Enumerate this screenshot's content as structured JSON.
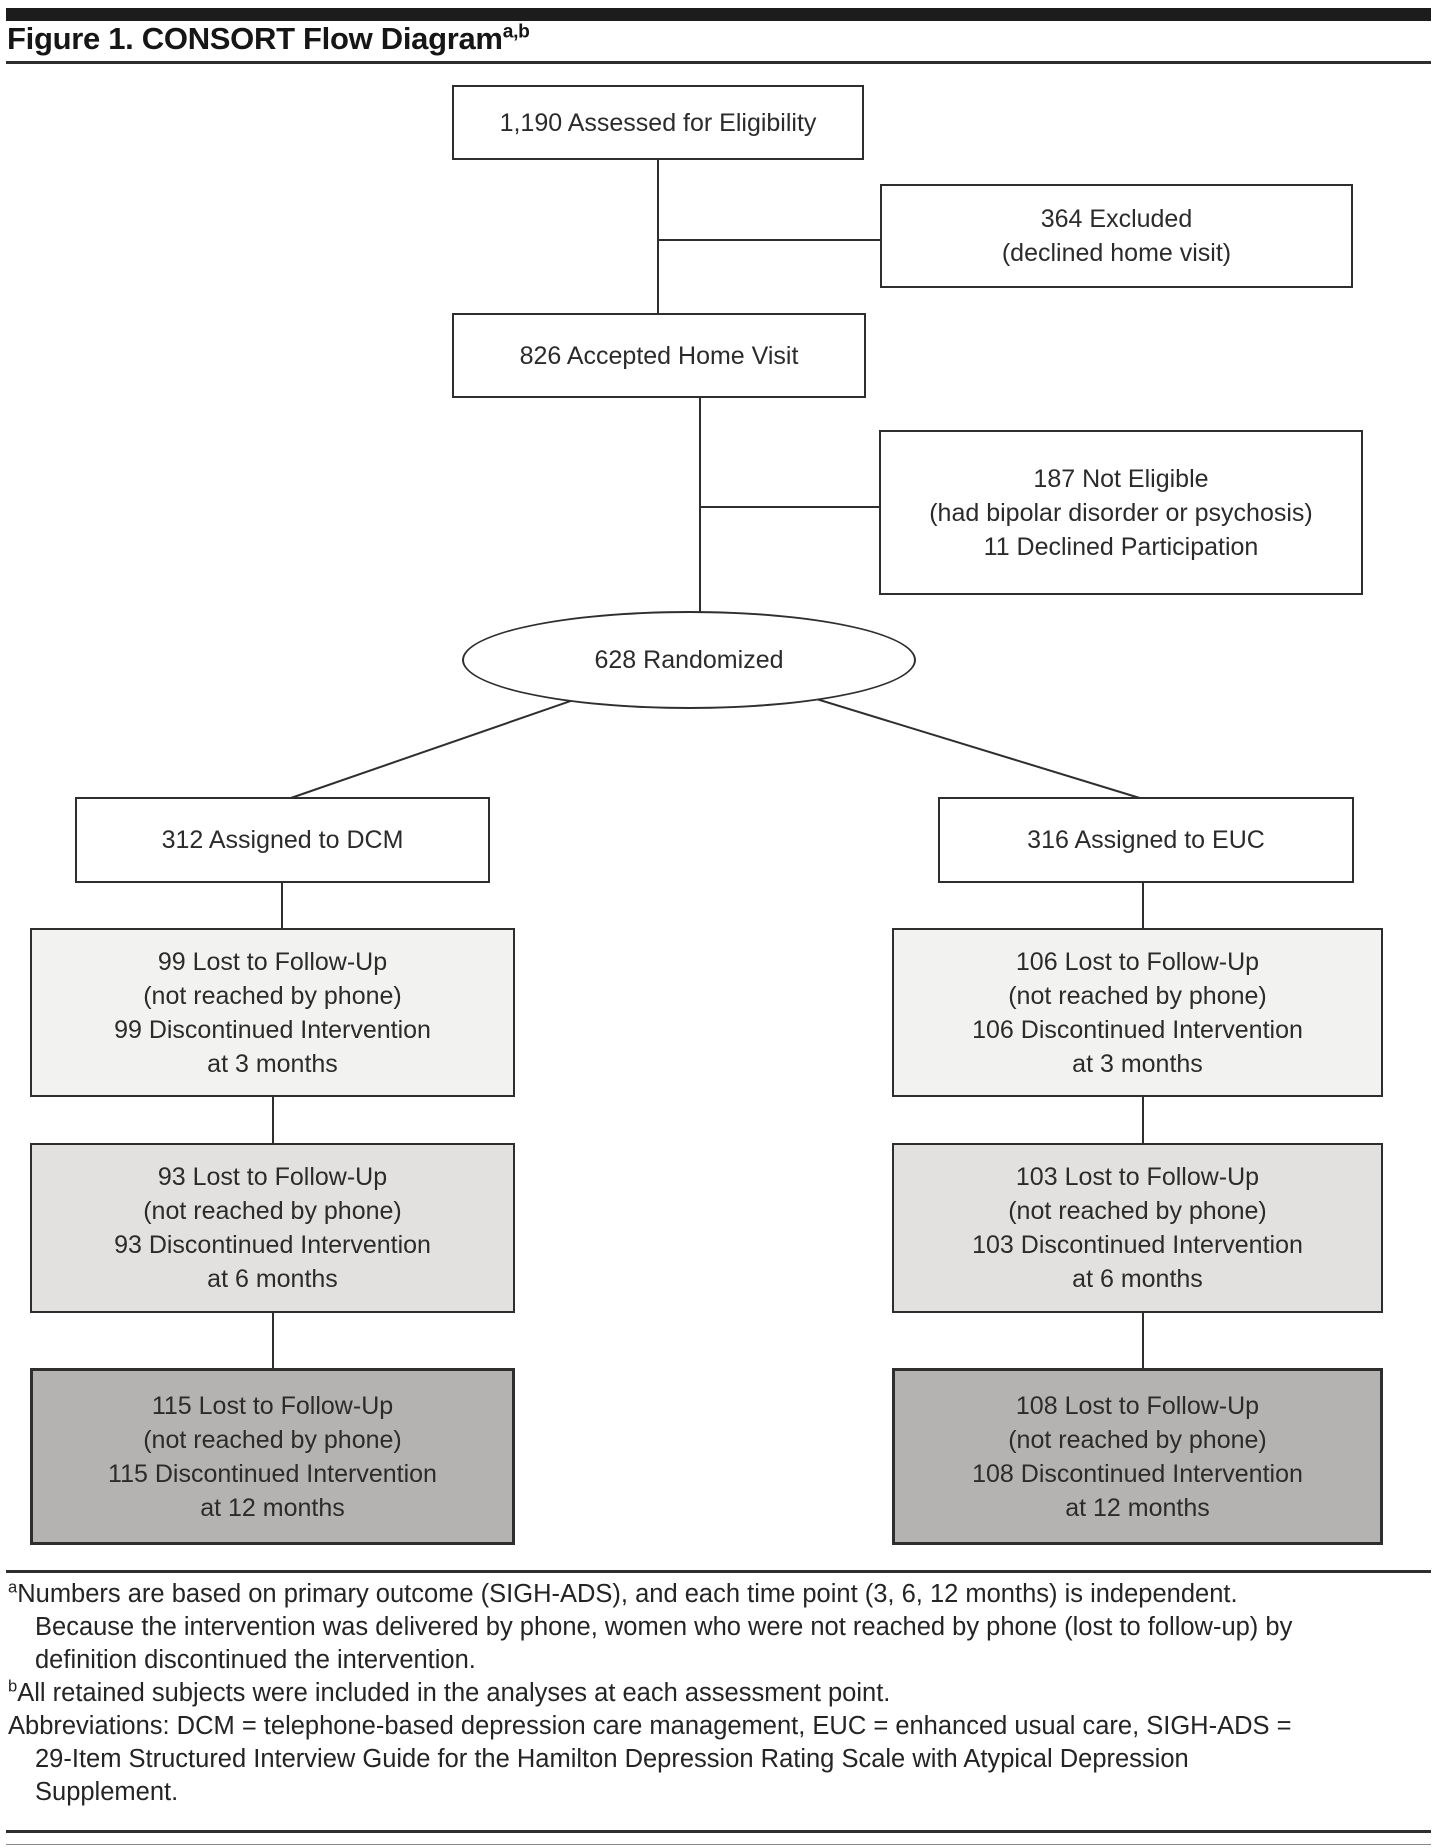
{
  "figure": {
    "title": "Figure 1. CONSORT Flow Diagram",
    "title_superscript": "a,b"
  },
  "flow": {
    "assessed": {
      "lines": [
        "1,190 Assessed for Eligibility"
      ]
    },
    "excluded": {
      "lines": [
        "364 Excluded",
        "(declined home visit)"
      ]
    },
    "accepted": {
      "lines": [
        "826 Accepted Home Visit"
      ]
    },
    "not_eligible": {
      "lines": [
        "187 Not Eligible",
        "(had bipolar disorder or psychosis)",
        "11 Declined Participation"
      ]
    },
    "randomized": {
      "lines": [
        "628 Randomized"
      ]
    },
    "dcm_assigned": {
      "lines": [
        "312 Assigned to DCM"
      ]
    },
    "euc_assigned": {
      "lines": [
        "316 Assigned to EUC"
      ]
    },
    "dcm_3m": {
      "lines": [
        "99 Lost to Follow-Up",
        "(not reached by phone)",
        "99 Discontinued Intervention",
        "at 3 months"
      ]
    },
    "dcm_6m": {
      "lines": [
        "93 Lost to Follow-Up",
        "(not reached by phone)",
        "93 Discontinued Intervention",
        "at 6 months"
      ]
    },
    "dcm_12m": {
      "lines": [
        "115 Lost to Follow-Up",
        "(not reached by phone)",
        "115 Discontinued Intervention",
        "at 12 months"
      ]
    },
    "euc_3m": {
      "lines": [
        "106 Lost to Follow-Up",
        "(not reached by phone)",
        "106 Discontinued Intervention",
        "at 3 months"
      ]
    },
    "euc_6m": {
      "lines": [
        "103 Lost to Follow-Up",
        "(not reached by phone)",
        "103 Discontinued Intervention",
        "at 6 months"
      ]
    },
    "euc_12m": {
      "lines": [
        "108 Lost to Follow-Up",
        "(not reached by phone)",
        "108 Discontinued Intervention",
        "at 12 months"
      ]
    }
  },
  "footnotes": {
    "a": {
      "marker": "a",
      "text": "Numbers are based on primary outcome (SIGH-ADS), and each time point (3, 6, 12 months) is independent. Because the intervention was delivered by phone, women who were not reached by phone (lost to follow-up) by definition discontinued the intervention."
    },
    "b": {
      "marker": "b",
      "text": "All retained subjects were included in the analyses at each assessment point."
    },
    "abbreviations": "Abbreviations: DCM = telephone-based depression care management, EUC = enhanced usual care, SIGH-ADS = 29-Item Structured Interview Guide for the Hamilton Depression Rating Scale with Atypical Depression Supplement."
  },
  "colors": {
    "line": "#2e2e2e",
    "box_white": "#ffffff",
    "box_light_gray": "#f2f2f1",
    "box_mid_gray": "#e2e1e0",
    "box_dark_gray": "#b5b3b2",
    "text": "#262626"
  }
}
